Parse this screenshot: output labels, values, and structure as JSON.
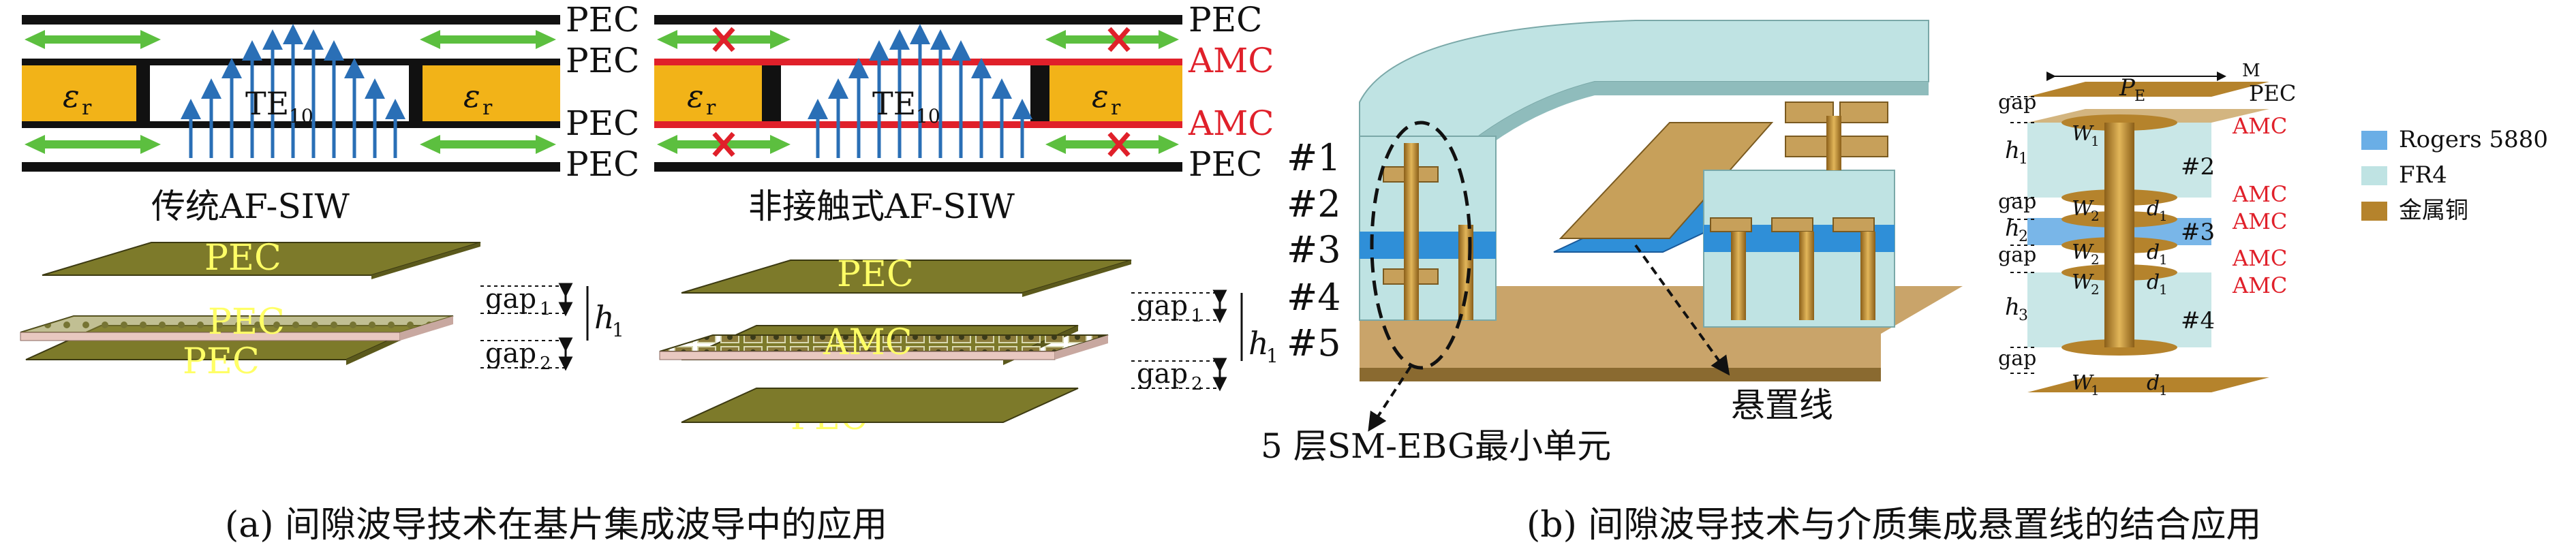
{
  "colors": {
    "substrate": "#f2b318",
    "arrow_green": "#5cbf3f",
    "field_blue": "#2a6fb6",
    "amc_red": "#e0202a",
    "pec_yellow_text": "#ffff66",
    "board_green": "#7d7a2a",
    "rogers_blue": "#6aaee6",
    "fr4_cyan": "#bfe3e3",
    "copper": "#b5832c"
  },
  "left_panel": {
    "diagram1": {
      "labels": [
        "PEC",
        "PEC",
        "PEC",
        "PEC"
      ],
      "epsilon_left": "ε",
      "epsilon_sub": "r",
      "epsilon_right": "ε",
      "mode_main": "TE",
      "mode_sub": "10",
      "caption": "传统AF-SIW"
    },
    "diagram2": {
      "labels": [
        "PEC",
        "AMC",
        "AMC",
        "PEC"
      ],
      "epsilon_left": "ε",
      "epsilon_sub": "r",
      "epsilon_right": "ε",
      "mode_main": "TE",
      "mode_sub": "10",
      "caption": "非接触式AF-SIW"
    },
    "stack1": {
      "layers": [
        "PEC",
        "PEC",
        "PEC"
      ],
      "gap1": "gap",
      "gap1_sub": "1",
      "gap2": "gap",
      "gap2_sub": "2",
      "h": "h",
      "h_sub": "1"
    },
    "stack2": {
      "layers": [
        "PEC",
        "AMC",
        "PEC"
      ],
      "gap1": "gap",
      "gap1_sub": "1",
      "gap2": "gap",
      "gap2_sub": "2",
      "h": "h",
      "h_sub": "1"
    },
    "caption": "(a) 间隙波导技术在基片集成波导中的应用"
  },
  "right_panel": {
    "layer_labels": [
      "#1",
      "#2",
      "#3",
      "#4",
      "#5"
    ],
    "callout_ebg": "5 层SM-EBG最小单元",
    "callout_line": "悬置线",
    "unit_cell": {
      "gap_labels": [
        "gap",
        "gap",
        "gap",
        "gap"
      ],
      "h_labels": [
        {
          "main": "h",
          "sub": "1"
        },
        {
          "main": "h",
          "sub": "2"
        },
        {
          "main": "h",
          "sub": "3"
        }
      ],
      "w_labels": [
        {
          "main": "W",
          "sub": "1"
        },
        {
          "main": "W",
          "sub": "2"
        },
        {
          "main": "W",
          "sub": "2"
        },
        {
          "main": "W",
          "sub": "2"
        },
        {
          "main": "W",
          "sub": "1"
        }
      ],
      "d_labels": [
        {
          "main": "d",
          "sub": "1"
        },
        {
          "main": "d",
          "sub": "1"
        },
        {
          "main": "d",
          "sub": "1"
        },
        {
          "main": "d",
          "sub": "1"
        }
      ],
      "pe_main": "P",
      "pe_sub": "E",
      "m_label": "M",
      "pec_label": "PEC",
      "amc_labels": [
        "AMC",
        "AMC",
        "AMC",
        "AMC",
        "AMC"
      ],
      "layer_tags": [
        "#2",
        "#3",
        "#4"
      ]
    },
    "legend": [
      {
        "label": "Rogers 5880",
        "color": "#6aaee6"
      },
      {
        "label": "FR4",
        "color": "#bfe3e3"
      },
      {
        "label": "金属铜",
        "color": "#b5832c"
      }
    ],
    "caption": "(b) 间隙波导技术与介质集成悬置线的结合应用"
  }
}
